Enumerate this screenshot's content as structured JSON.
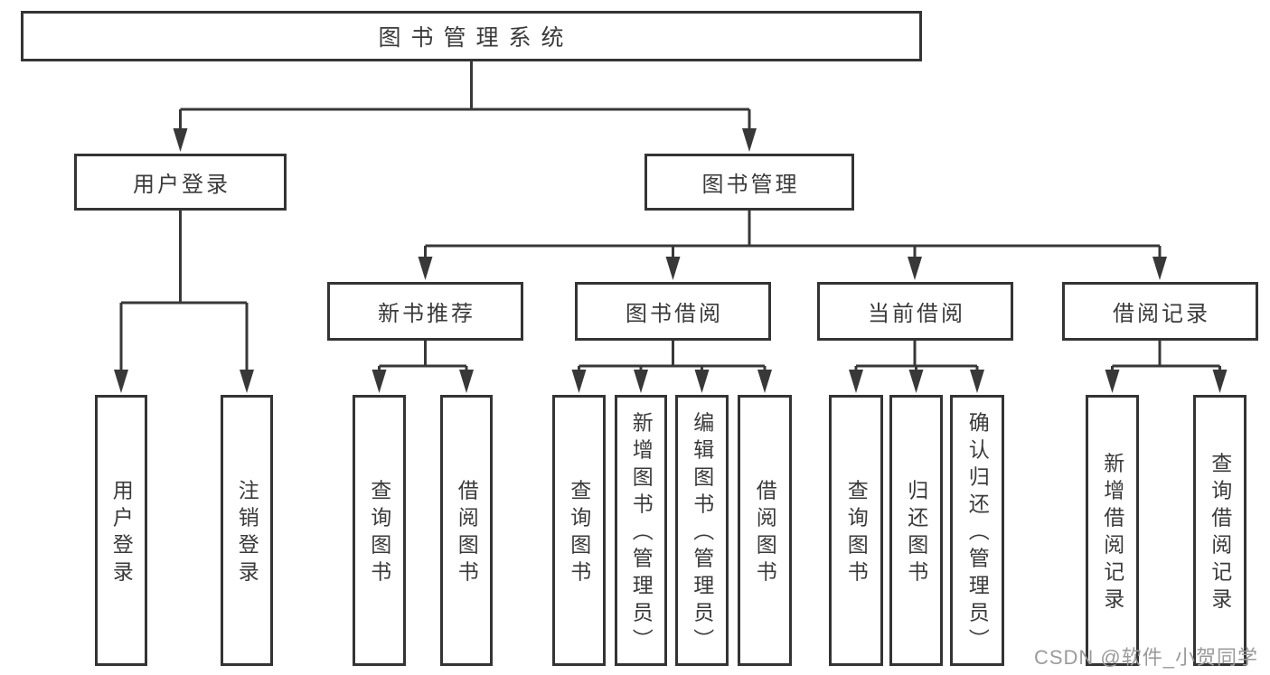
{
  "tree": {
    "label": "图书管理系统",
    "children": [
      {
        "label": "用户登录",
        "children": [
          {
            "label": "用户登录"
          },
          {
            "label": "注销登录"
          }
        ]
      },
      {
        "label": "图书管理",
        "children": [
          {
            "label": "新书推荐",
            "children": [
              {
                "label": "查询图书"
              },
              {
                "label": "借阅图书"
              }
            ]
          },
          {
            "label": "图书借阅",
            "children": [
              {
                "label": "查询图书"
              },
              {
                "label": "新增图书（管理员）"
              },
              {
                "label": "编辑图书（管理员）"
              },
              {
                "label": "借阅图书"
              }
            ]
          },
          {
            "label": "当前借阅",
            "children": [
              {
                "label": "查询图书"
              },
              {
                "label": "归还图书"
              },
              {
                "label": "确认归还（管理员）"
              }
            ]
          },
          {
            "label": "借阅记录",
            "children": [
              {
                "label": "新增借阅记录"
              },
              {
                "label": "查询借阅记录"
              }
            ]
          }
        ]
      }
    ]
  },
  "watermark": "CSDN @软件_小贺同学",
  "colors": {
    "line": "#383838",
    "box_border": "#343434",
    "text": "#3a3a3a",
    "watermark": "#9b9b9b",
    "background": "#ffffff"
  }
}
